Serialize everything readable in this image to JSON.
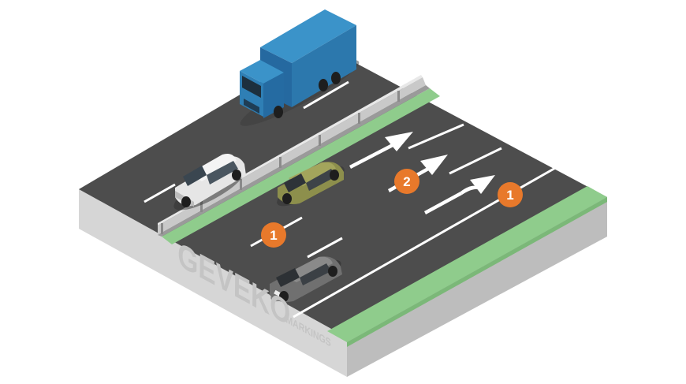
{
  "brand": {
    "logo_text": "GEVEKO",
    "tagline": "MARKINGS"
  },
  "badges": [
    {
      "id": "badge-lane-right",
      "label": "1"
    },
    {
      "id": "badge-lane-middle",
      "label": "2"
    },
    {
      "id": "badge-lane-left",
      "label": "1"
    }
  ],
  "colors": {
    "road": "#4a4a4a",
    "road_top": "#525252",
    "curb_side": "#d4d4d4",
    "curb_front": "#bdbdbd",
    "green_strip": "#8fcc8c",
    "badge": "#e8792b",
    "marking": "#ffffff",
    "truck": "#2f7fb5",
    "car_white": "#e6e6e6",
    "car_green": "#8d8f4c",
    "car_grey": "#6f6f6f"
  }
}
